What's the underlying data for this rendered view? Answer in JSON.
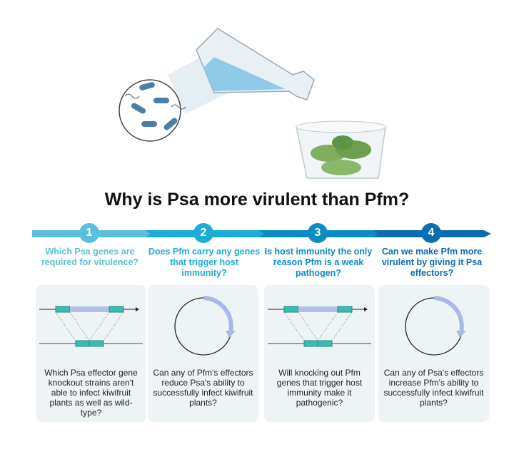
{
  "title": "Why is Psa more virulent than Pfm?",
  "steps": [
    {
      "number": "1",
      "question": "Which Psa genes are required for virulence?",
      "detail": "Which Psa effector gene knockout strains aren't able to infect kiwifruit plants as well as wild-type?",
      "color": "#5bbfd9",
      "icon": "gene-knockout-icon"
    },
    {
      "number": "2",
      "question": "Does Pfm carry any genes that trigger host immunity?",
      "detail": "Can any of Pfm's effectors reduce Psa's ability to successfully infect kiwifruit plants?",
      "color": "#1aaed6",
      "icon": "plasmid-icon"
    },
    {
      "number": "3",
      "question": "Is host immunity the only reason Pfm is a weak pathogen?",
      "detail": "Will knocking out Pfm genes that trigger host immunity make it pathogenic?",
      "color": "#0b8dc4",
      "icon": "gene-knockout-icon"
    },
    {
      "number": "4",
      "question": "Can we make Pfm more virulent by giving it Psa effectors?",
      "detail": "Can any of Psa's effectors increase Pfm's ability to successfully infect kiwifruit plants?",
      "color": "#0a6db0",
      "icon": "plasmid-icon"
    }
  ]
}
